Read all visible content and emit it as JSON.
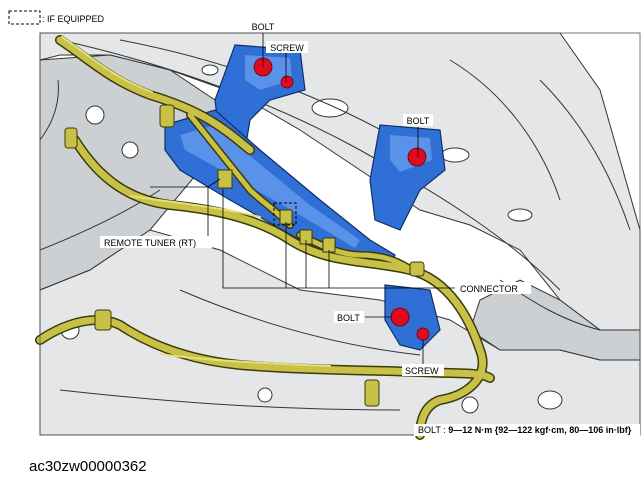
{
  "legend": {
    "text": ": IF EQUIPPED"
  },
  "labels": {
    "bolt_top": "BOLT",
    "screw_top": "SCREW",
    "bolt_right": "BOLT",
    "remote_tuner": "REMOTE TUNER (RT)",
    "connector": "CONNECTOR",
    "bolt_bottom": "BOLT",
    "screw_bottom": "SCREW"
  },
  "torque_spec": {
    "prefix": "BOLT : ",
    "value": "9—12 N·m {92—122 kgf·cm, 80—106 in·lbf}"
  },
  "caption": "ac30zw00000362",
  "colors": {
    "bracket": "#2f6fd6",
    "harness": "#c7c247",
    "fastener_marker": "#e10a1e"
  }
}
